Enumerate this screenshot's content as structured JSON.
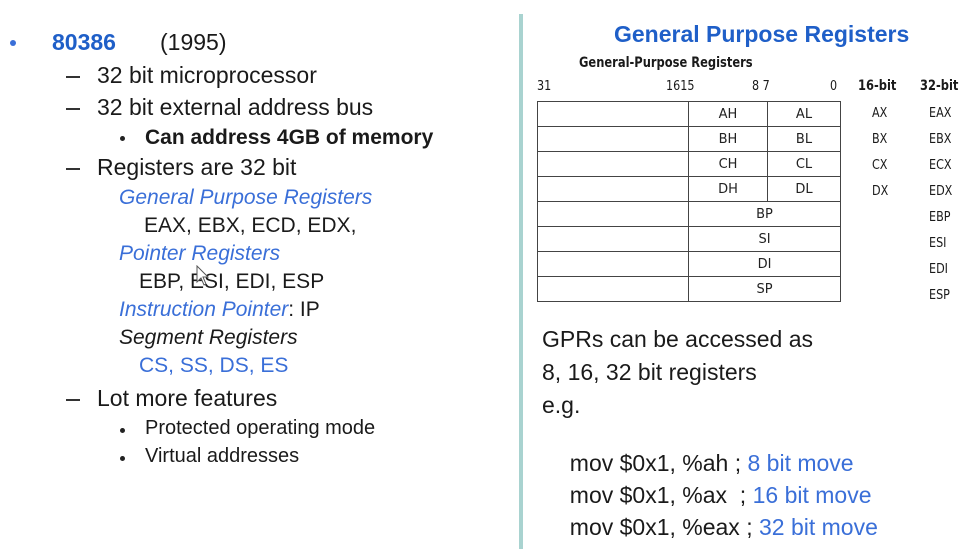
{
  "left": {
    "main_bullet": {
      "title": "80386",
      "year": "(1995)"
    },
    "items": [
      "32 bit microprocessor",
      "32 bit external address bus",
      "Registers are 32 bit",
      "Lot more features"
    ],
    "memory_note": "Can address 4GB of memory",
    "gpr_heading": "General Purpose Registers",
    "gpr_list": "EAX, EBX, ECD, EDX,",
    "pointer_heading": "Pointer Registers",
    "pointer_list": "EBP, ESI, EDI, ESP",
    "ip_heading": "Instruction Pointer",
    "ip_value": ": IP",
    "segment_heading": "Segment Registers",
    "segment_list": "CS, SS, DS, ES",
    "features": [
      "Protected operating mode",
      "Virtual addresses"
    ]
  },
  "right": {
    "title": "General Purpose Registers",
    "diagram_caption": "General-Purpose Registers",
    "bit_labels": {
      "b31": "31",
      "b1615": "1615",
      "b87": "8 7",
      "b0": "0"
    },
    "col_16bit": "16-bit",
    "col_32bit": "32-bit",
    "rows_byte": [
      {
        "high": "AH",
        "low": "AL",
        "r16": "AX",
        "r32": "EAX"
      },
      {
        "high": "BH",
        "low": "BL",
        "r16": "BX",
        "r32": "EBX"
      },
      {
        "high": "CH",
        "low": "CL",
        "r16": "CX",
        "r32": "ECX"
      },
      {
        "high": "DH",
        "low": "DL",
        "r16": "DX",
        "r32": "EDX"
      }
    ],
    "rows_word": [
      {
        "name": "BP",
        "r32": "EBP"
      },
      {
        "name": "SI",
        "r32": "ESI"
      },
      {
        "name": "DI",
        "r32": "EDI"
      },
      {
        "name": "SP",
        "r32": "ESP"
      }
    ],
    "note_line1": "GPRs can be accessed as",
    "note_line2": "8, 16, 32 bit registers",
    "eg": "e.g.",
    "examples": [
      {
        "code": "mov $0x1, %ah",
        "sep": " ; ",
        "comment": "8 bit move"
      },
      {
        "code": "mov $0x1, %ax",
        "sep": "  ; ",
        "comment": "16 bit move"
      },
      {
        "code": "mov $0x1, %eax",
        "sep": " ; ",
        "comment": "32 bit move"
      }
    ]
  },
  "colors": {
    "accent_blue": "#3a6fd8",
    "title_blue": "#1f5fc8",
    "divider": "#a9d3d0"
  }
}
